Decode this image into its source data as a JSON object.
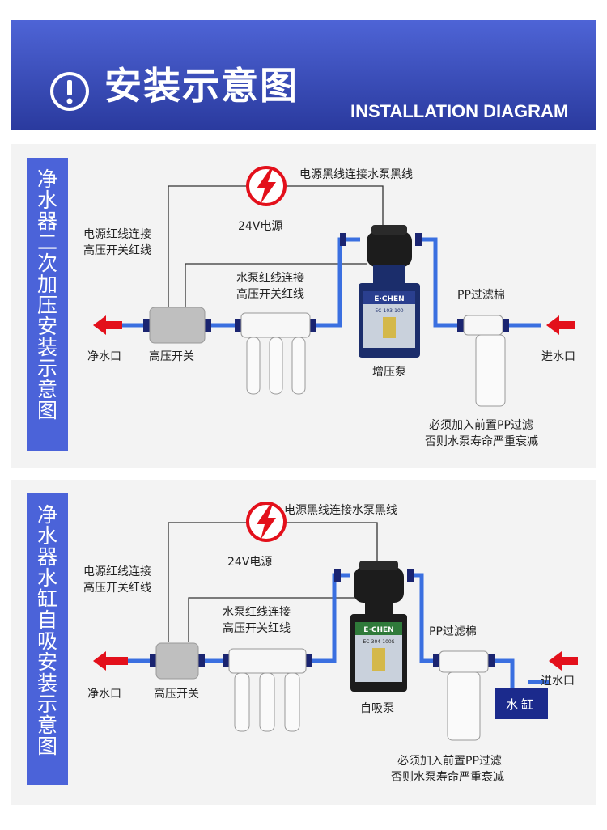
{
  "header": {
    "title": "安装示意图",
    "subtitle": "INSTALLATION DIAGRAM",
    "icon": "exclamation-circle-icon"
  },
  "colors": {
    "banner": "#3346b8",
    "label_bg": "#4b63d9",
    "pipe": "#3a6fe0",
    "arrow": "#e3101b",
    "tank": "#1b2a8c"
  },
  "diagrams": [
    {
      "side_label": [
        "净",
        "水",
        "器",
        "二",
        "次",
        "加",
        "压",
        "安",
        "装",
        "示",
        "意",
        "图"
      ],
      "power_label": "24V电源",
      "black_wire_label": "电源黑线连接水泵黑线",
      "red_wire_label": [
        "电源红线连接",
        "高压开关红线"
      ],
      "pump_wire_label": [
        "水泵红线连接",
        "高压开关红线"
      ],
      "pp_label": "PP过滤棉",
      "outlet_label": "净水口",
      "switch_label": "高压开关",
      "pump_label": "增压泵",
      "inlet_label": "进水口",
      "note": [
        "必须加入前置PP过滤",
        "否则水泵寿命严重衰减"
      ],
      "pump_brand": "E·CHEN",
      "pump_model": "EC-103-100"
    },
    {
      "side_label": [
        "净",
        "水",
        "器",
        "水",
        "缸",
        "自",
        "吸",
        "安",
        "装",
        "示",
        "意",
        "图"
      ],
      "power_label": "24V电源",
      "black_wire_label": "电源黑线连接水泵黑线",
      "red_wire_label": [
        "电源红线连接",
        "高压开关红线"
      ],
      "pump_wire_label": [
        "水泵红线连接",
        "高压开关红线"
      ],
      "pp_label": "PP过滤棉",
      "outlet_label": "净水口",
      "switch_label": "高压开关",
      "pump_label": "自吸泵",
      "inlet_label": "进水口",
      "tank_label": "水缸",
      "note": [
        "必须加入前置PP过滤",
        "否则水泵寿命严重衰减"
      ],
      "pump_brand": "E·CHEN",
      "pump_model": "EC-304-100S"
    }
  ]
}
